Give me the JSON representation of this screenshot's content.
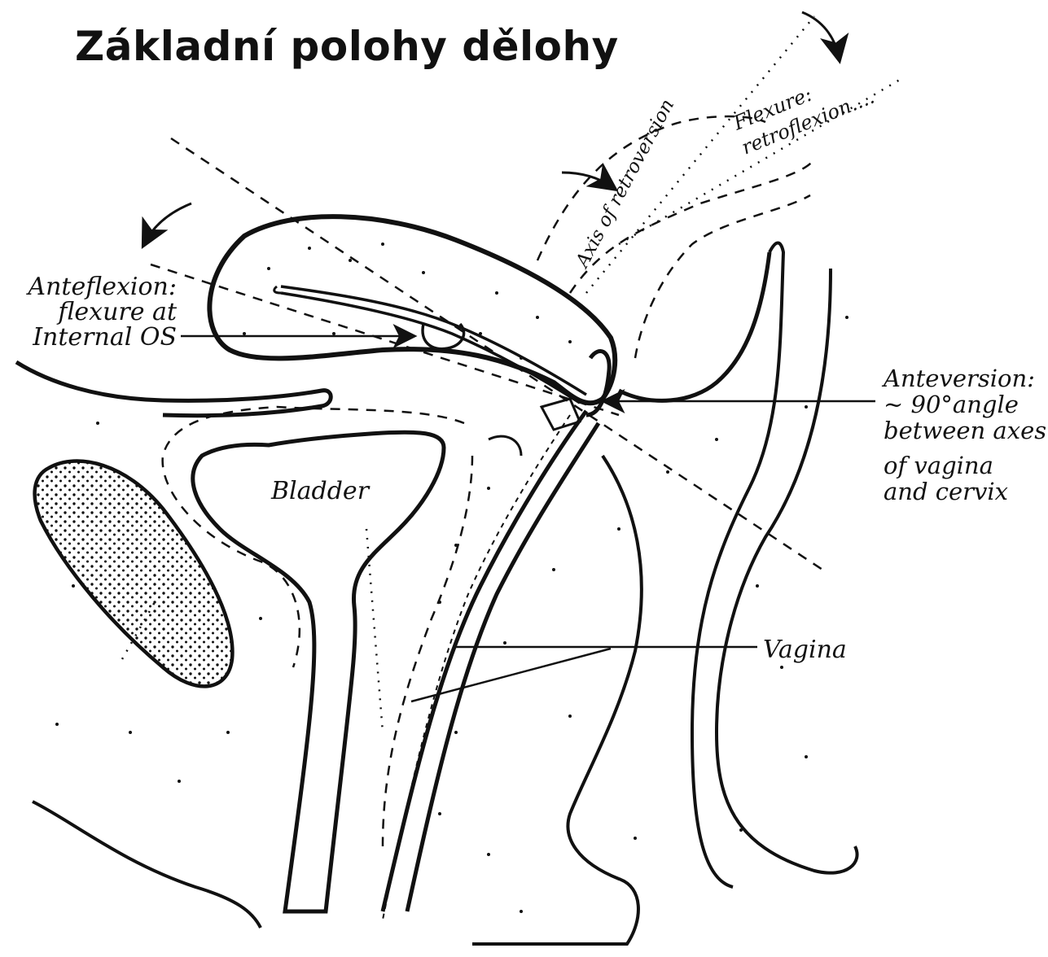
{
  "title": "Základní polohy dělohy",
  "labels": {
    "anteflexion": [
      "Anteflexion:",
      "flexure at",
      "Internal OS"
    ],
    "axis_retroversion": "Axis of retroversion",
    "flexure_retroflexion": [
      "Flexure:",
      "retroflexion...."
    ],
    "anteversion": [
      "Anteversion:",
      "~ 90°angle",
      "between axes",
      "of vagina",
      "and cervix"
    ],
    "bladder": "Bladder",
    "vagina": "Vagina"
  }
}
